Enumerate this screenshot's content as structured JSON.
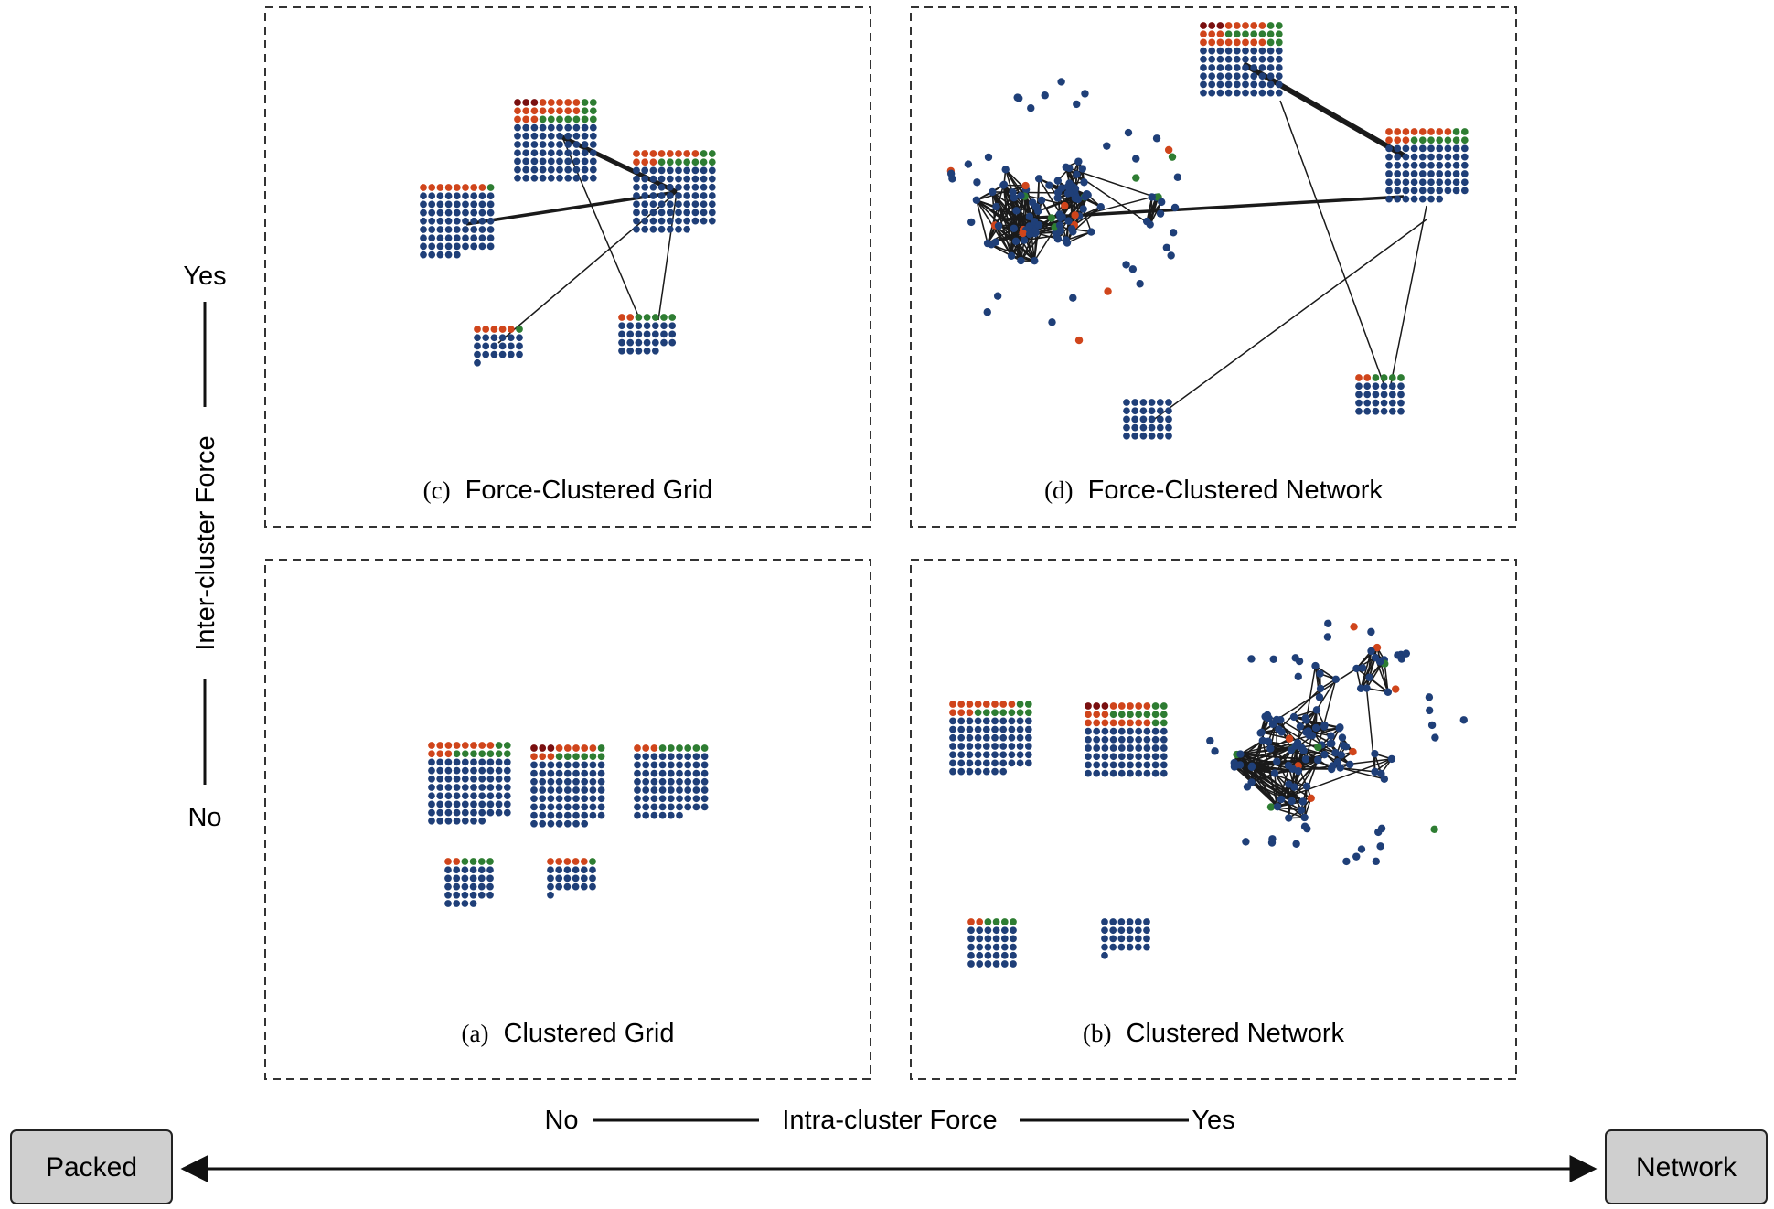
{
  "panels": {
    "c": {
      "letter": "(c)",
      "label": "Force-Clustered Grid"
    },
    "d": {
      "letter": "(d)",
      "label": "Force-Clustered Network"
    },
    "a": {
      "letter": "(a)",
      "label": "Clustered Grid"
    },
    "b": {
      "letter": "(b)",
      "label": "Clustered Network"
    }
  },
  "vertical_axis": {
    "label": "Inter-cluster Force",
    "top": "Yes",
    "bottom": "No"
  },
  "horizontal_axis": {
    "label": "Intra-cluster Force",
    "left": "No",
    "right": "Yes"
  },
  "spectrum": {
    "left": "Packed",
    "right": "Network"
  },
  "colors": {
    "node": "#1f3f78",
    "edge": "#1a1a1a",
    "accent_red": "#d0451b",
    "accent_green": "#2e7d32",
    "accent_dark_red": "#7a1010",
    "spectrum_box": "#cfcfcf",
    "panel_border": "#333333"
  }
}
